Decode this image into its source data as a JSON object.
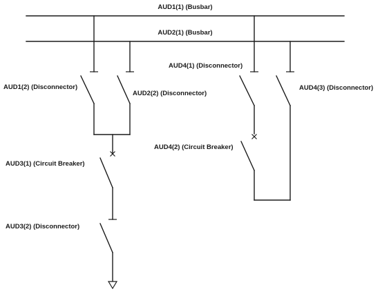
{
  "labels": {
    "aud1_1": "AUD1(1) (Busbar)",
    "aud2_1": "AUD2(1) (Busbar)",
    "aud1_2": "AUD1(2) (Disconnector)",
    "aud2_2": "AUD2(2) (Disconnector)",
    "aud3_1": "AUD3(1) (Circuit Breaker)",
    "aud3_2": "AUD3(2) (Disconnector)",
    "aud4_1": "AUD4(1) (Disconnector)",
    "aud4_2": "AUD4(2) (Circuit Breaker)",
    "aud4_3": "AUD4(3) (Disconnector)"
  }
}
